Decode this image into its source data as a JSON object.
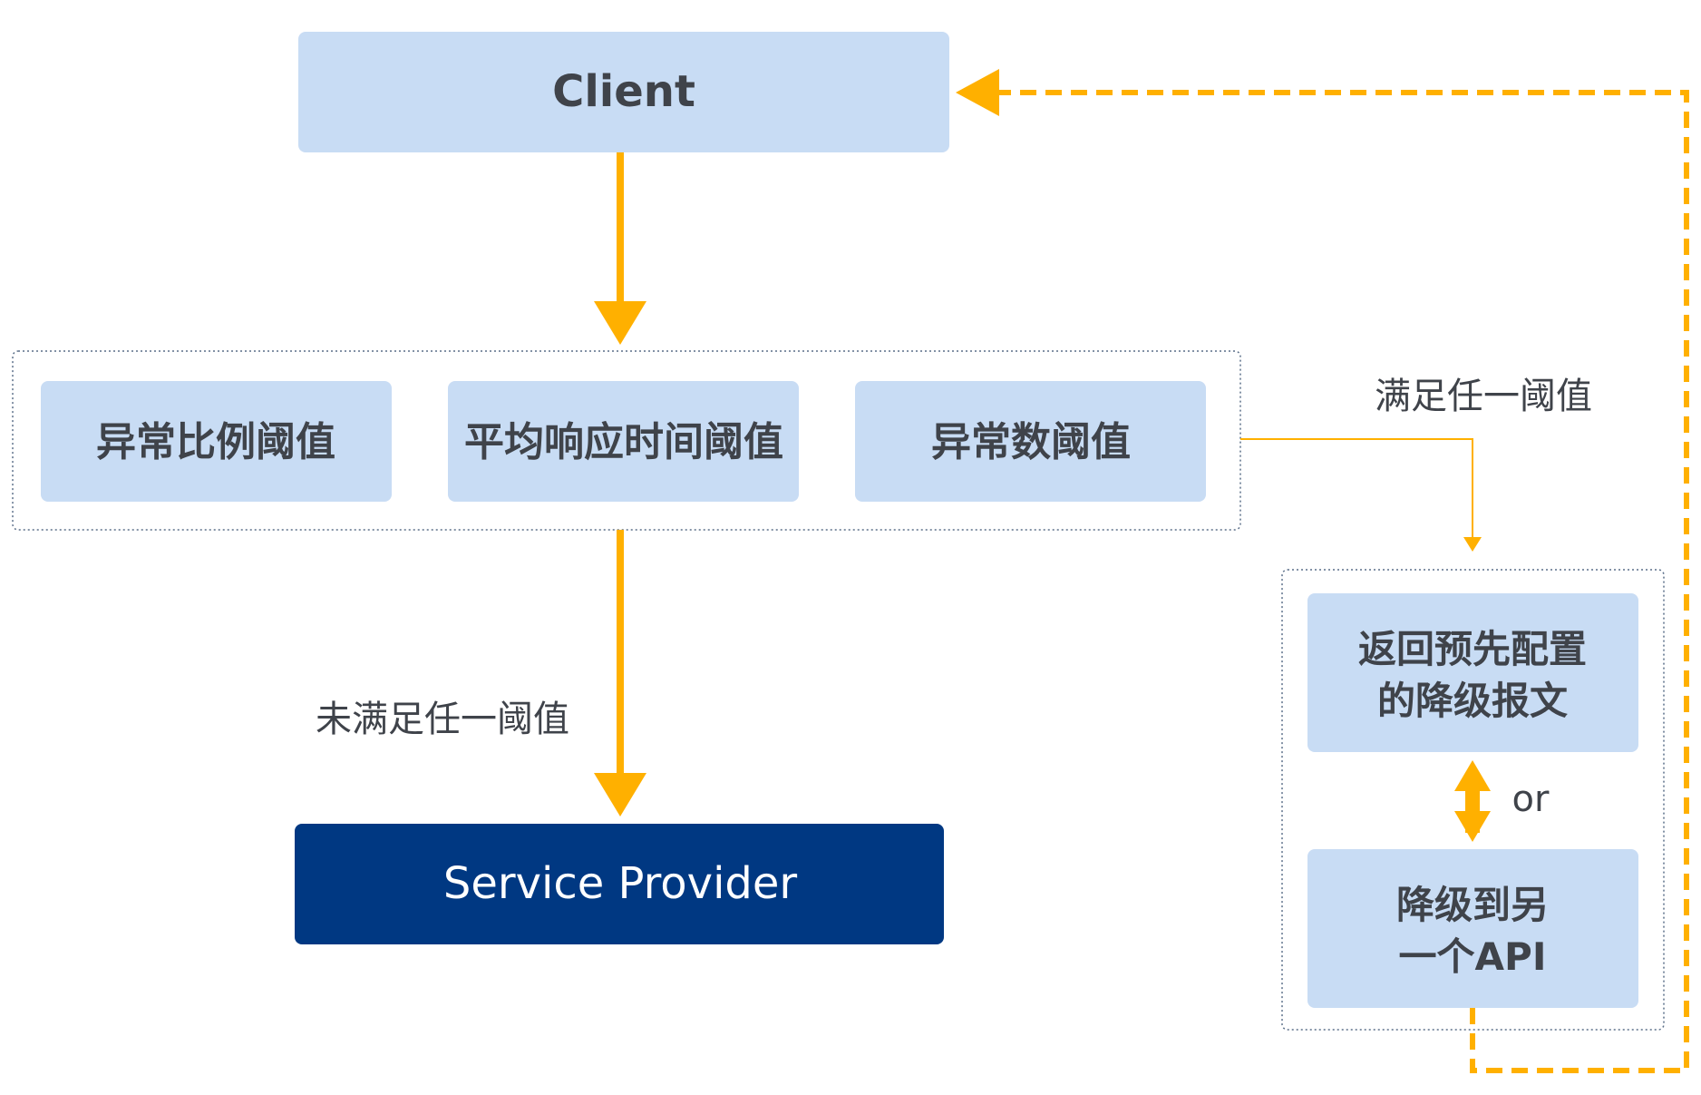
{
  "colors": {
    "box_fill": "#c8dcf4",
    "provider_fill": "#003882",
    "arrow": "#ffb000",
    "text": "#3f434a",
    "provider_text": "#ffffff",
    "group_border": "#5a6e88"
  },
  "nodes": {
    "client": "Client",
    "threshold_ratio": "异常比例阈值",
    "threshold_rt": "平均响应时间阈值",
    "threshold_count": "异常数阈值",
    "service_provider": "Service Provider",
    "fallback_message_line1": "返回预先配置",
    "fallback_message_line2": "的降级报文",
    "fallback_api_line1": "降级到另",
    "fallback_api_line2": "一个API"
  },
  "edges": {
    "met_any": "满足任一阈值",
    "not_met_any": "未满足任一阈值",
    "or": "or"
  }
}
